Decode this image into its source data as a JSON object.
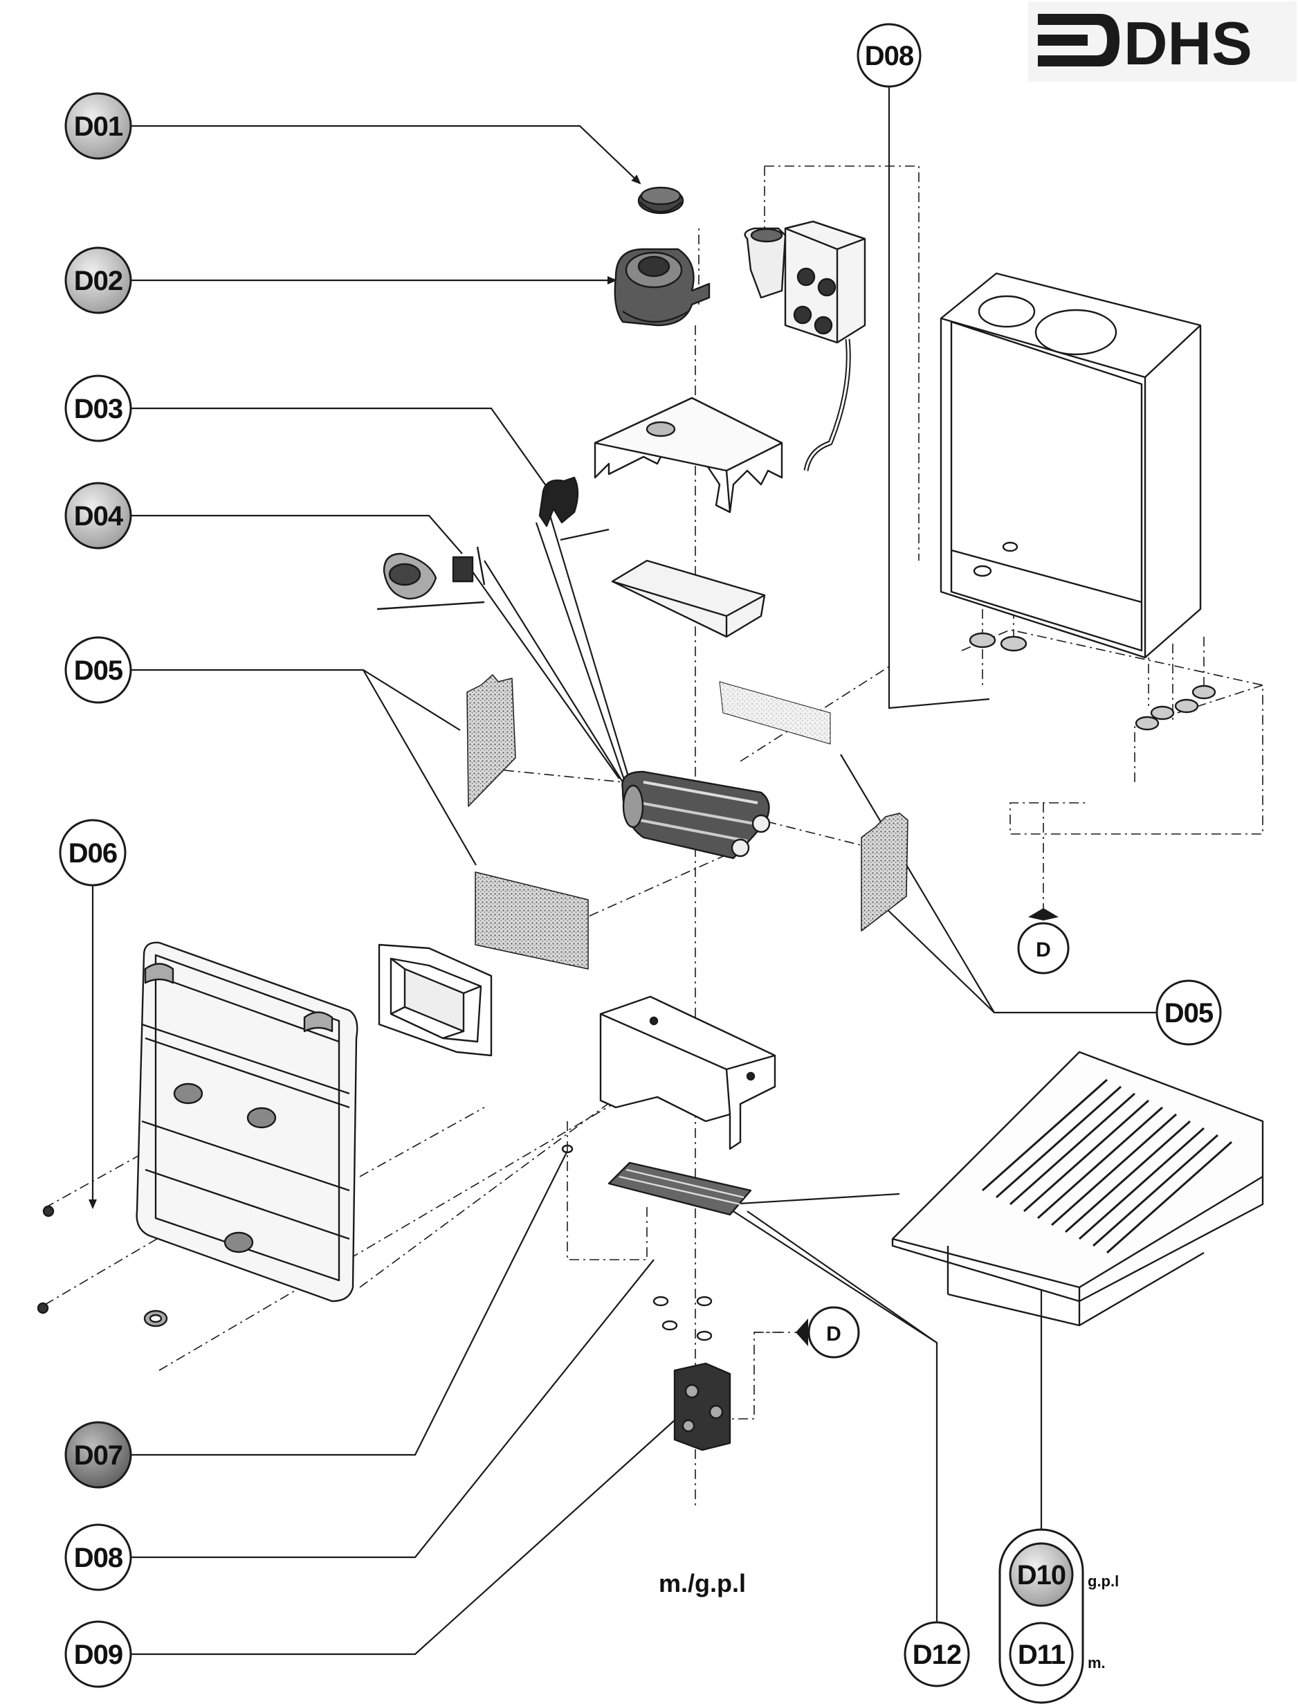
{
  "brand": {
    "logo_text": "DHS",
    "color": "#1a1a1a"
  },
  "callouts": {
    "d01": "D01",
    "d02": "D02",
    "d03": "D03",
    "d04": "D04",
    "d05_left": "D05",
    "d05_right": "D05",
    "d06": "D06",
    "d07": "D07",
    "d08_top": "D08",
    "d08_bottom": "D08",
    "d09": "D09",
    "d10": "D10",
    "d11": "D11",
    "d12": "D12"
  },
  "connector_marks": {
    "d_right": "D",
    "d_lower": "D"
  },
  "fuel_labels": {
    "gpl": "g.p.l",
    "methane": "m."
  },
  "caption": "m./g.p.l",
  "colors": {
    "line": "#1a1a1a",
    "shading": "#9a9a9a",
    "bubble_dark": "#7a7a7a"
  }
}
